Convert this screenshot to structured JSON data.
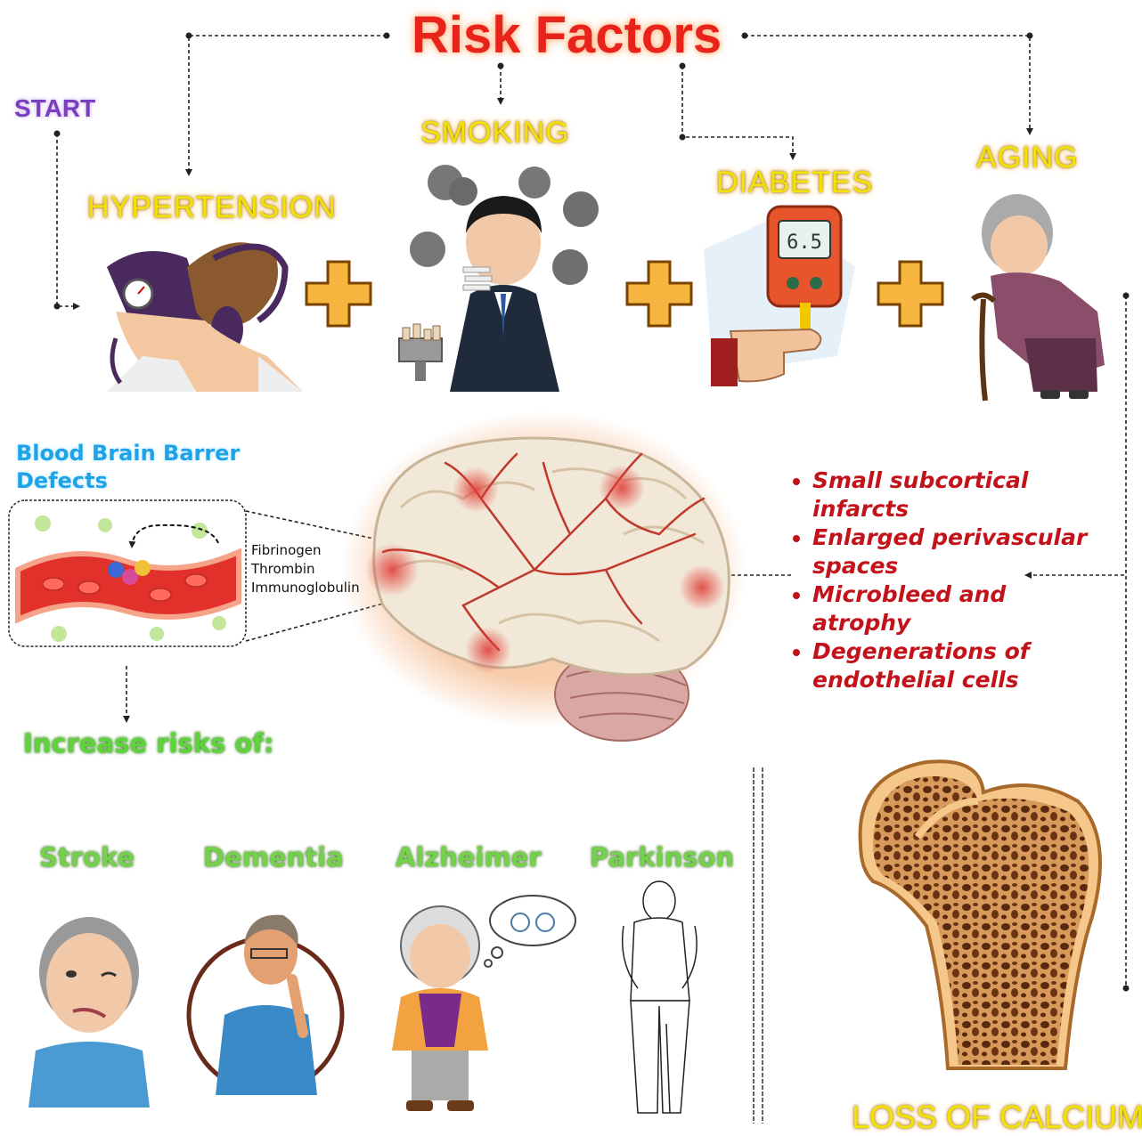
{
  "title": "Risk Factors",
  "start_label": "START",
  "risk_factors": [
    {
      "label": "HYPERTENSION",
      "icon": "blood-pressure-cuff-icon"
    },
    {
      "label": "SMOKING",
      "icon": "smoking-man-icon"
    },
    {
      "label": "DIABETES",
      "icon": "glucose-meter-icon"
    },
    {
      "label": "AGING",
      "icon": "elderly-woman-icon"
    }
  ],
  "bbb": {
    "title_line1": "Blood Brain Barrer",
    "title_line2": "Defects",
    "molecules": [
      "Fibrinogen",
      "Thrombin",
      "Immunoglobulin"
    ]
  },
  "findings": [
    [
      "Small subcortical",
      "infarcts"
    ],
    [
      "Enlarged perivascular",
      "spaces"
    ],
    [
      "Microbleed and",
      "atrophy"
    ],
    [
      "Degenerations of",
      "endothelial cells"
    ]
  ],
  "increase_label": "Increase risks of:",
  "diseases": [
    {
      "label": "Stroke",
      "icon": "stroke-patient-icon"
    },
    {
      "label": "Dementia",
      "icon": "dementia-man-icon"
    },
    {
      "label": "Alzheimer",
      "icon": "alzheimer-woman-icon"
    },
    {
      "label": "Parkinson",
      "icon": "parkinson-man-icon"
    }
  ],
  "bone_label": "LOSS OF CALCIUM",
  "colors": {
    "title": "#e8231c",
    "risk_label": "#f2e400",
    "finding": "#c4121a",
    "disease": "#74d14a",
    "bbb": "#1fa3e8"
  }
}
